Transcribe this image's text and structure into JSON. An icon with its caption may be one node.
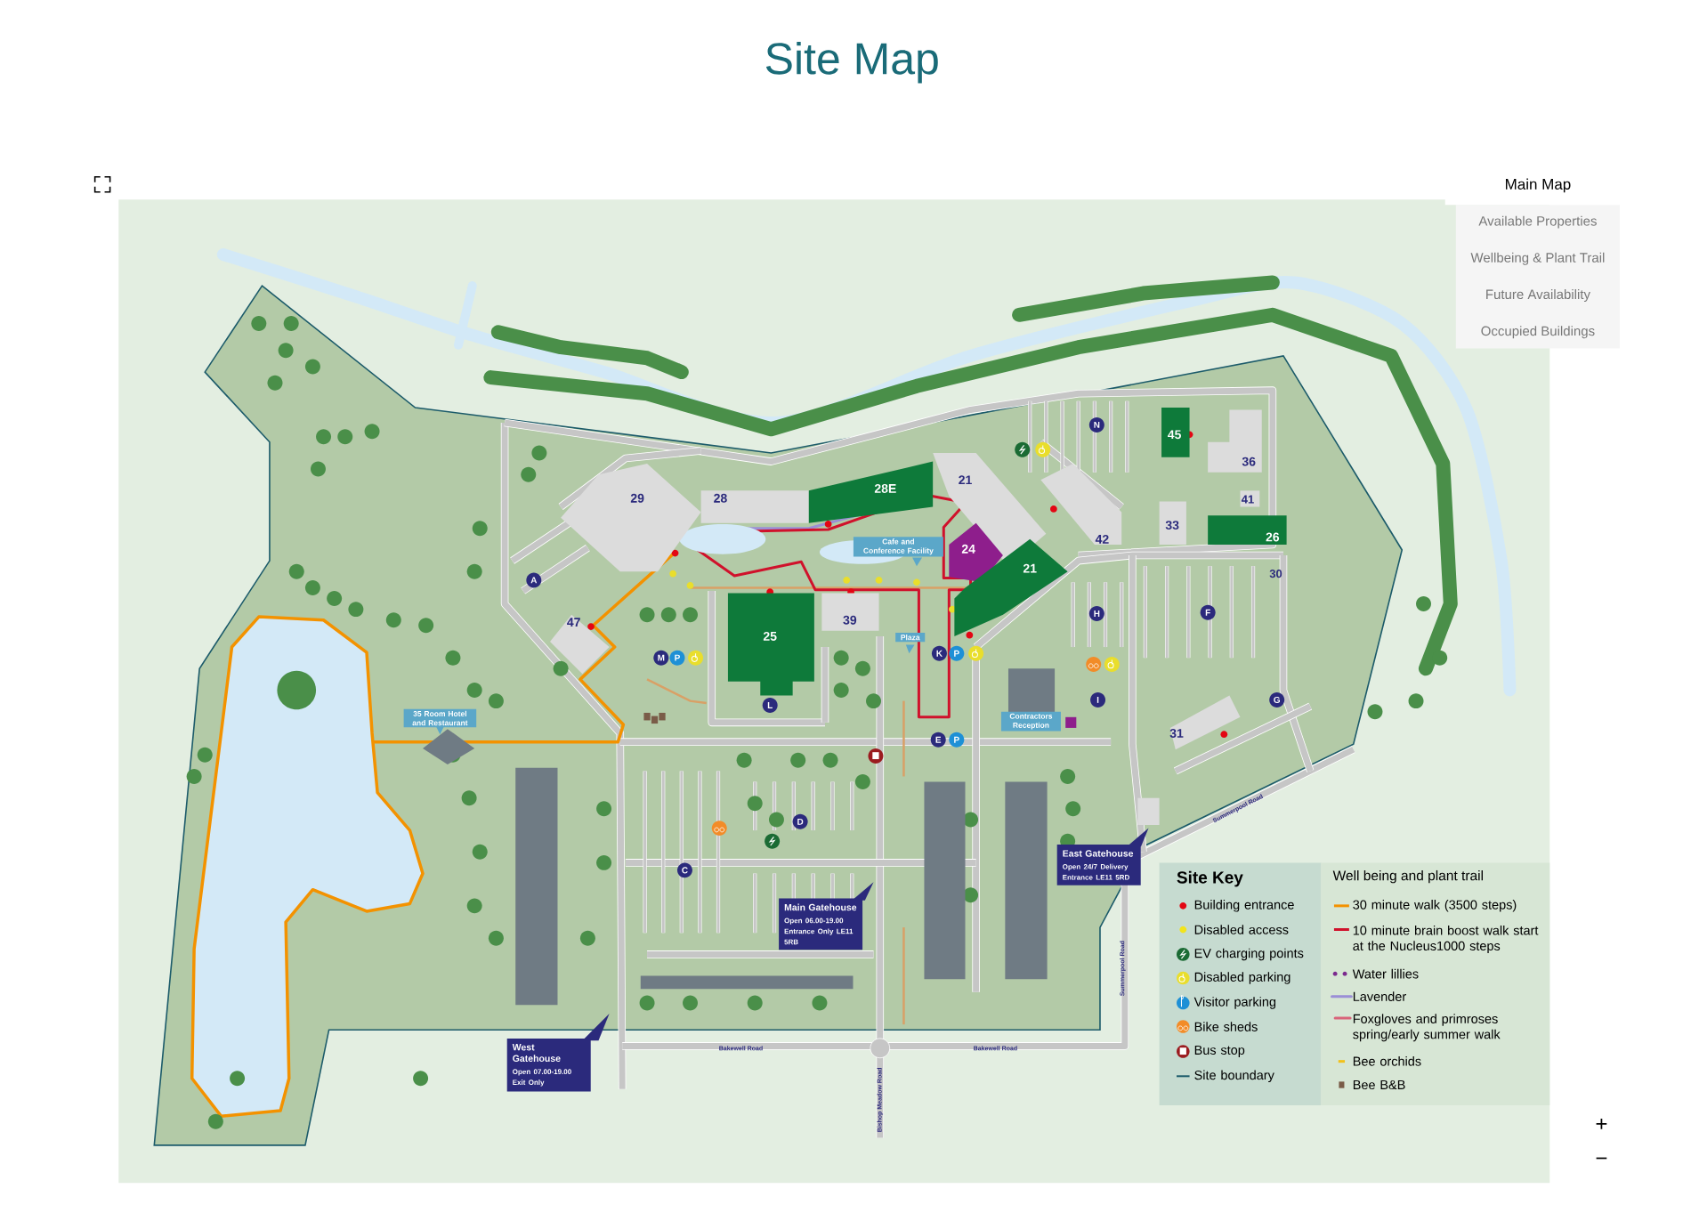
{
  "diagram": {
    "title": "Site Map",
    "nodes": [
      {
        "text": [
          "Main Map"
        ]
      },
      {
        "text": [
          "Available Properties"
        ]
      },
      {
        "text": [
          "Wellbeing & Plant Trail"
        ]
      },
      {
        "text": [
          "Future Availability"
        ]
      },
      {
        "text": [
          "Occupied Buildings"
        ]
      },
      {
        "text": [
          "29"
        ]
      },
      {
        "text": [
          "28"
        ]
      },
      {
        "text": [
          "28E"
        ]
      },
      {
        "text": [
          "21"
        ]
      },
      {
        "text": [
          "24"
        ]
      },
      {
        "text": [
          "21"
        ]
      },
      {
        "text": [
          "25"
        ]
      },
      {
        "text": [
          "39"
        ]
      },
      {
        "text": [
          "47"
        ]
      },
      {
        "text": [
          "45"
        ]
      },
      {
        "text": [
          "36"
        ]
      },
      {
        "text": [
          "42"
        ]
      },
      {
        "text": [
          "33"
        ]
      },
      {
        "text": [
          "26"
        ]
      },
      {
        "text": [
          "31"
        ]
      },
      {
        "text": [
          "Cafe and Conference Facility"
        ]
      },
      {
        "text": [
          "Plaza"
        ]
      },
      {
        "text": [
          "35 Room Hotel and Restaurant"
        ]
      },
      {
        "text": [
          "Contractors Reception"
        ]
      },
      {
        "text": [
          "Main Gatehouse",
          "Open 06.00-19.00 Entrance Only LE11 5RB"
        ]
      },
      {
        "text": [
          "West Gatehouse",
          "Open 07.00-19.00 Exit Only"
        ]
      },
      {
        "text": [
          "East Gatehouse",
          "Open 24/7 Delivery Entrance LE11 5RD"
        ]
      },
      {
        "text": [
          "A"
        ]
      },
      {
        "text": [
          "M"
        ]
      },
      {
        "text": [
          "P"
        ]
      },
      {
        "text": [
          "N"
        ]
      },
      {
        "text": [
          "L"
        ]
      },
      {
        "text": [
          "K"
        ]
      },
      {
        "text": [
          "P"
        ]
      },
      {
        "text": [
          "H"
        ]
      },
      {
        "text": [
          "F"
        ]
      },
      {
        "text": [
          "I"
        ]
      },
      {
        "text": [
          "G"
        ]
      },
      {
        "text": [
          "E"
        ]
      },
      {
        "text": [
          "P"
        ]
      },
      {
        "text": [
          "D"
        ]
      },
      {
        "text": [
          "C"
        ]
      }
    ],
    "labels": [
      "41",
      "30",
      "Summerpool Road",
      "Summerpool Road",
      "Bakewell Road",
      "Bakewell Road",
      "Bishop Meadow Road",
      "Site Key",
      "Well being and plant trail",
      "+",
      "−"
    ],
    "legend": [
      {
        "text": "Building entrance",
        "color": "#e30613"
      },
      {
        "text": "Disabled access",
        "color": "#f2e41c"
      },
      {
        "text": "EV charging points"
      },
      {
        "text": "Disabled parking"
      },
      {
        "text": "Visitor parking"
      },
      {
        "text": "Bike sheds"
      },
      {
        "text": "Bus stop"
      },
      {
        "text": "Site boundary"
      },
      {
        "text": "30 minute walk (3500 steps)"
      },
      {
        "text": "10 minute brain boost walk start at the Nucleus1000 steps"
      },
      {
        "text": "Water lillies"
      },
      {
        "text": "Lavender"
      },
      {
        "text": "Foxgloves and primroses spring/early summer walk"
      },
      {
        "text": "Bee orchids"
      },
      {
        "text": "Bee B&B"
      }
    ]
  }
}
